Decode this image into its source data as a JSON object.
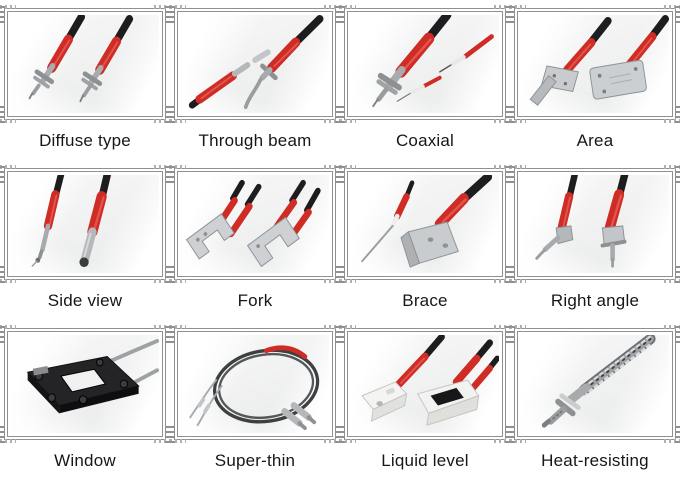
{
  "page": {
    "background": "#ffffff"
  },
  "colors": {
    "cable_red": "#cf2c26",
    "cable_red_dark": "#9e1d18",
    "cable_black": "#1d1d1f",
    "metal_light": "#c3c6c8",
    "metal_mid": "#a8abad",
    "metal_dark": "#8e9194",
    "frame_gray": "#8f9092",
    "label_text": "#171717"
  },
  "grid": {
    "columns": 4,
    "rows": 3,
    "items": [
      {
        "label": "Diffuse type",
        "image": "diffuse-type-sensor-photo"
      },
      {
        "label": "Through beam",
        "image": "through-beam-sensor-photo"
      },
      {
        "label": "Coaxial",
        "image": "coaxial-sensor-photo"
      },
      {
        "label": "Area",
        "image": "area-sensor-photo"
      },
      {
        "label": "Side view",
        "image": "side-view-sensor-photo"
      },
      {
        "label": "Fork",
        "image": "fork-sensor-photo"
      },
      {
        "label": "Brace",
        "image": "brace-sensor-photo"
      },
      {
        "label": "Right angle",
        "image": "right-angle-sensor-photo"
      },
      {
        "label": "Window",
        "image": "window-sensor-photo"
      },
      {
        "label": "Super-thin",
        "image": "super-thin-sensor-photo"
      },
      {
        "label": "Liquid level",
        "image": "liquid-level-sensor-photo"
      },
      {
        "label": "Heat-resisting",
        "image": "heat-resisting-sensor-photo"
      }
    ]
  }
}
